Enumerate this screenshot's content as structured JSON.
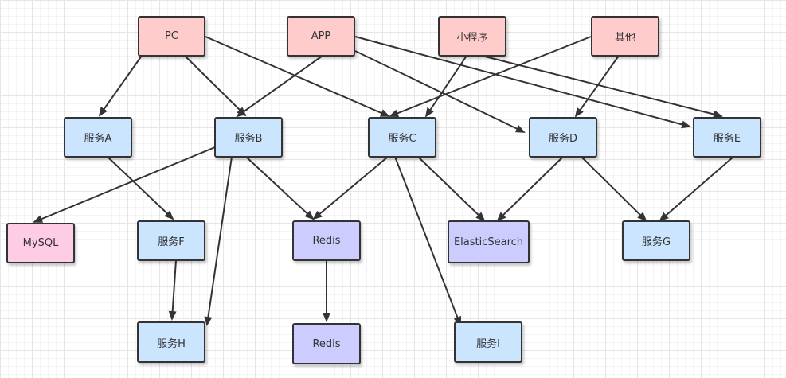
{
  "diagram": {
    "colors": {
      "client": "#ffcccc",
      "service": "#cce5ff",
      "storage": "#ccccff",
      "database": "#ffcce6",
      "stroke": "#333333"
    },
    "nodes": {
      "pc": "PC",
      "app": "APP",
      "miniprogram": "小程序",
      "other": "其他",
      "service_a": "服务A",
      "service_b": "服务B",
      "service_c": "服务C",
      "service_d": "服务D",
      "service_e": "服务E",
      "mysql": "MySQL",
      "service_f": "服务F",
      "redis_1": "Redis",
      "elasticsearch": "ElasticSearch",
      "service_g": "服务G",
      "service_h": "服务H",
      "redis_2": "Redis",
      "service_i": "服务I"
    },
    "edges": [
      {
        "from": "pc",
        "to": "service_a"
      },
      {
        "from": "pc",
        "to": "service_b"
      },
      {
        "from": "pc",
        "to": "service_c"
      },
      {
        "from": "app",
        "to": "service_b"
      },
      {
        "from": "app",
        "to": "service_d"
      },
      {
        "from": "app",
        "to": "service_e"
      },
      {
        "from": "miniprogram",
        "to": "service_c"
      },
      {
        "from": "miniprogram",
        "to": "service_e"
      },
      {
        "from": "other",
        "to": "service_c"
      },
      {
        "from": "other",
        "to": "service_d"
      },
      {
        "from": "service_a",
        "to": "service_f"
      },
      {
        "from": "service_b",
        "to": "mysql"
      },
      {
        "from": "service_b",
        "to": "redis_1"
      },
      {
        "from": "service_b",
        "to": "service_h"
      },
      {
        "from": "service_c",
        "to": "redis_1"
      },
      {
        "from": "service_c",
        "to": "elasticsearch"
      },
      {
        "from": "service_c",
        "to": "service_i"
      },
      {
        "from": "service_d",
        "to": "elasticsearch"
      },
      {
        "from": "service_d",
        "to": "service_g"
      },
      {
        "from": "service_e",
        "to": "service_g"
      },
      {
        "from": "service_f",
        "to": "service_h"
      },
      {
        "from": "redis_1",
        "to": "redis_2"
      }
    ]
  }
}
